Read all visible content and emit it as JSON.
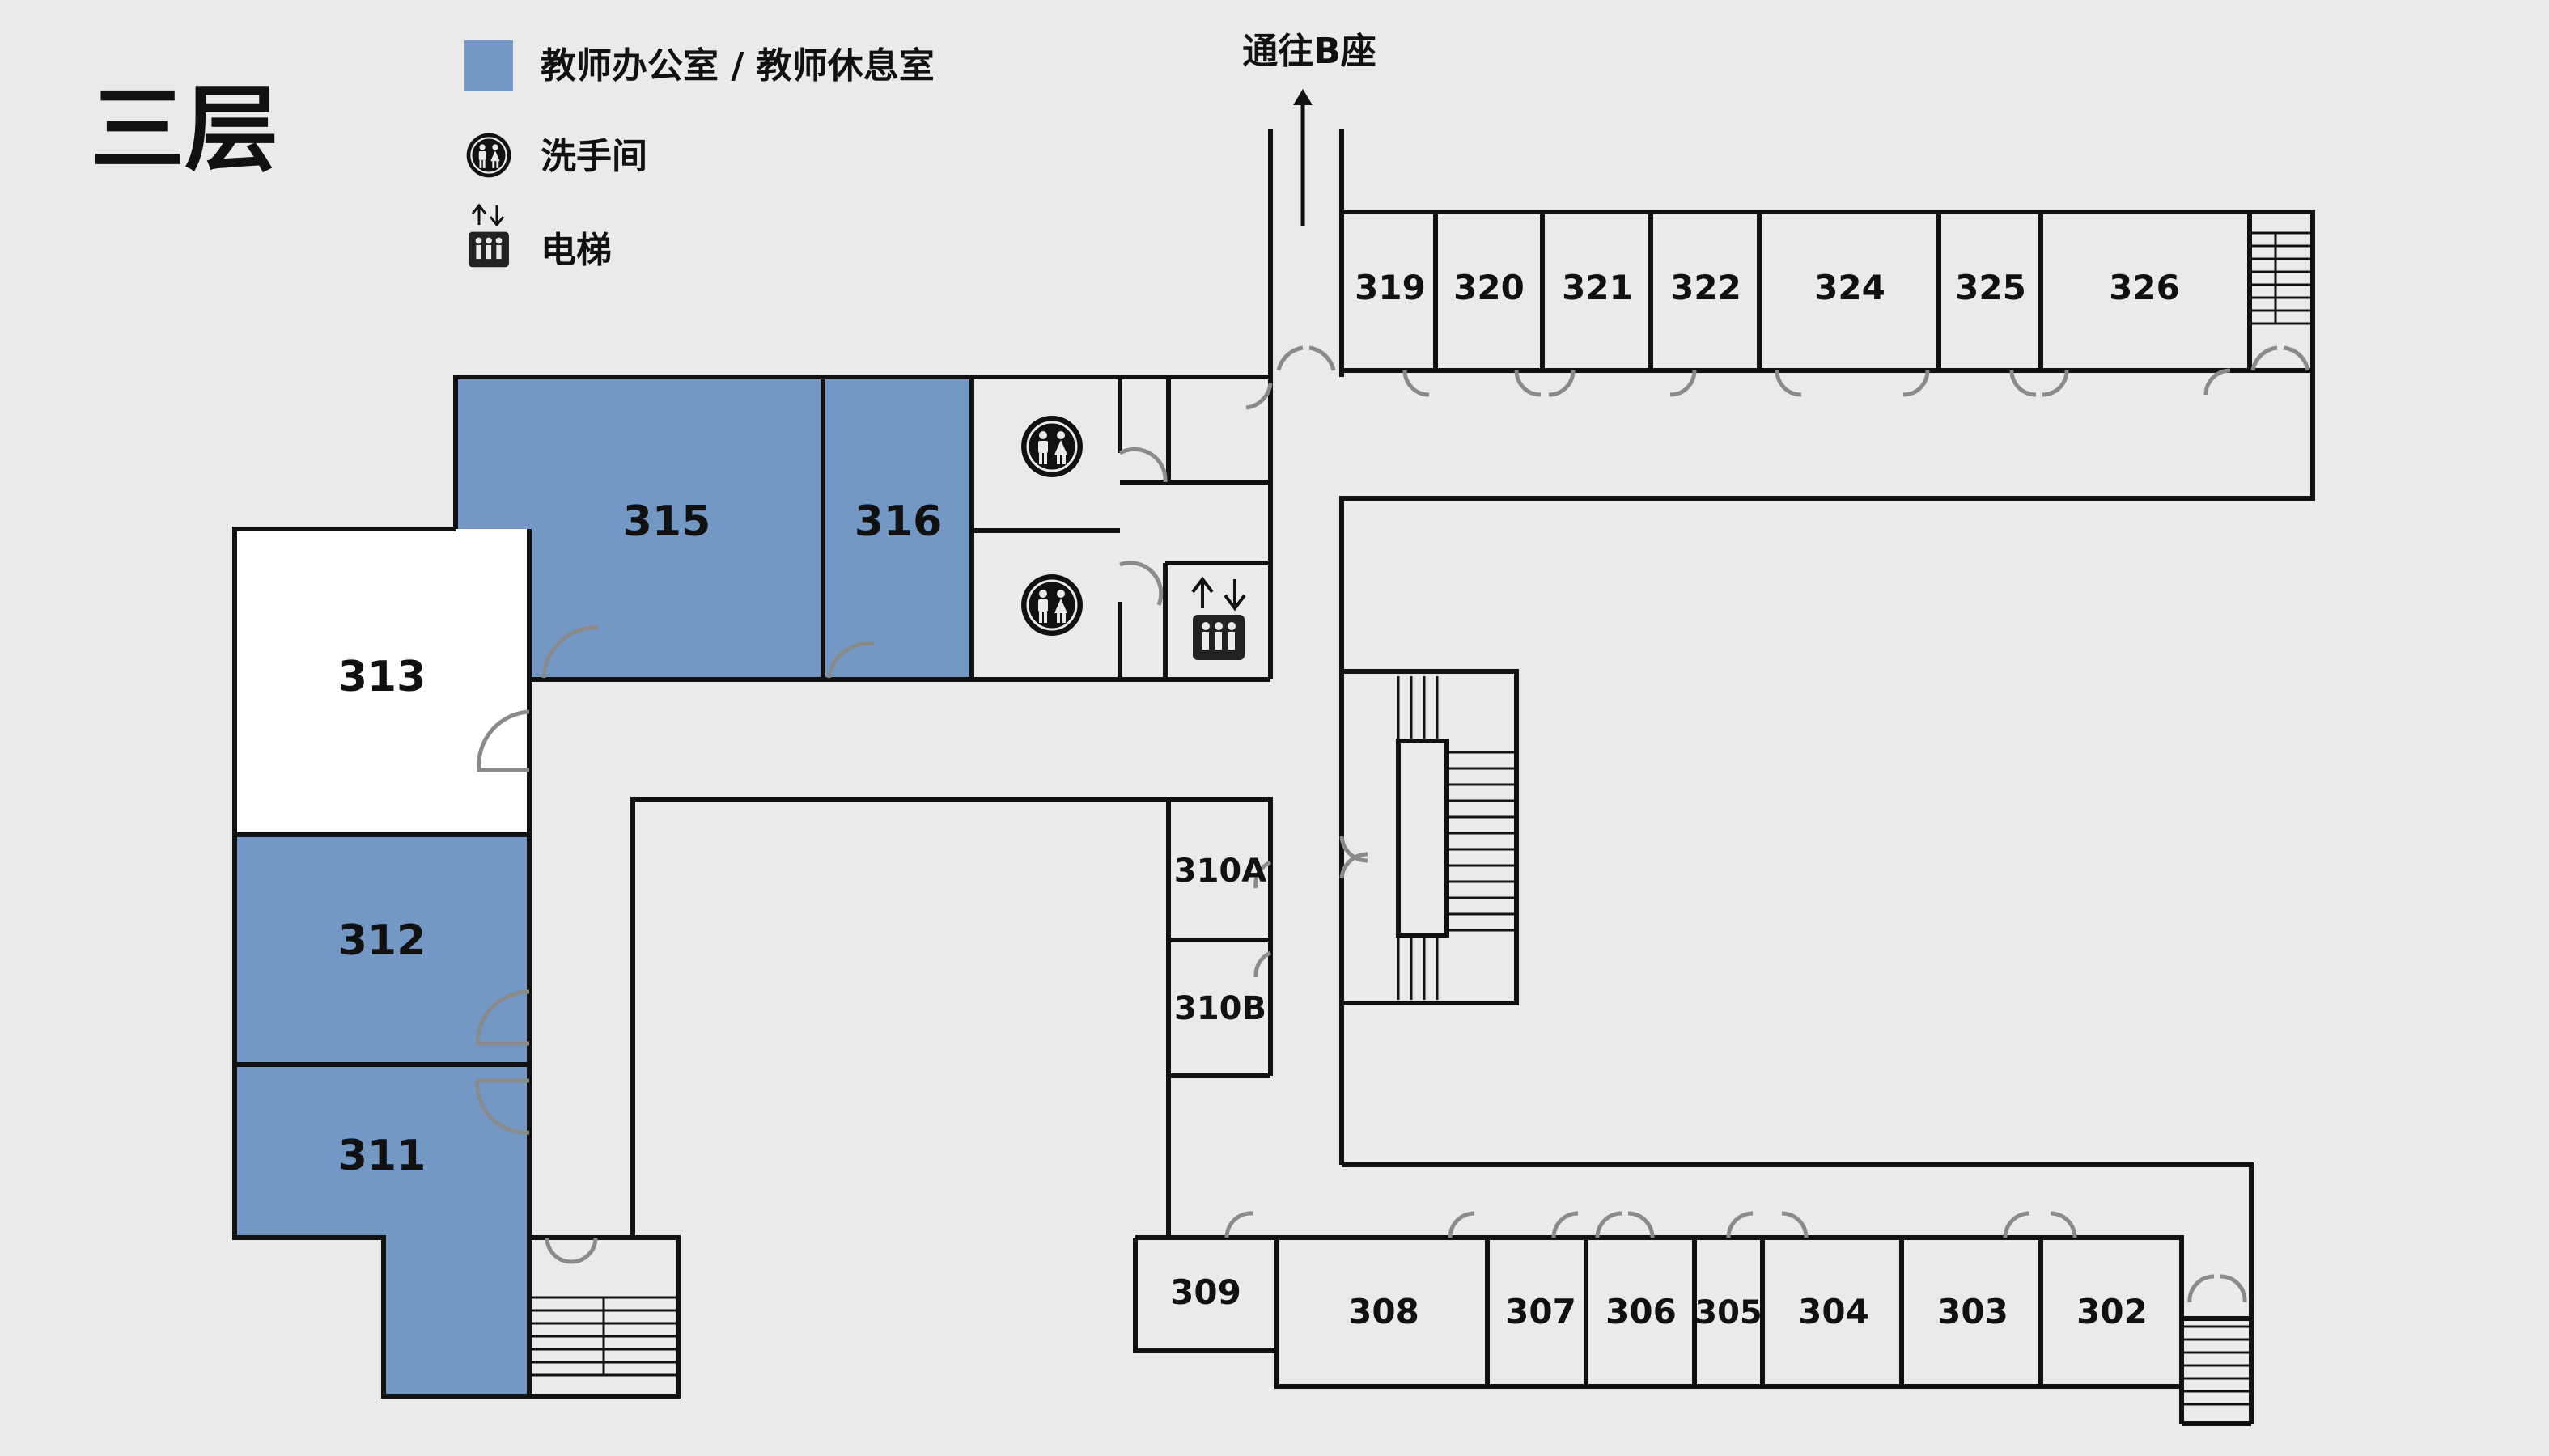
{
  "floor_title": "三层",
  "legend": {
    "office": {
      "label": "教师办公室 / 教师休息室",
      "color": "#7498c6"
    },
    "restroom": {
      "label": "洗手间",
      "icon": "restroom-icon"
    },
    "elevator": {
      "label": "电梯",
      "icon": "elevator-icon"
    }
  },
  "exit_b": {
    "label": "通往B座",
    "icon": "arrow-up-icon"
  },
  "rooms": {
    "r302": "302",
    "r303": "303",
    "r304": "304",
    "r305": "305",
    "r306": "306",
    "r307": "307",
    "r308": "308",
    "r309": "309",
    "r310a": "310A",
    "r310b": "310B",
    "r311": "311",
    "r312": "312",
    "r313": "313",
    "r315": "315",
    "r316": "316",
    "r319": "319",
    "r320": "320",
    "r321": "321",
    "r322": "322",
    "r324": "324",
    "r325": "325",
    "r326": "326"
  },
  "colors": {
    "background": "#eaeaea",
    "wall": "#111111",
    "door": "#8a8a8a",
    "office_fill": "#7498c6"
  }
}
